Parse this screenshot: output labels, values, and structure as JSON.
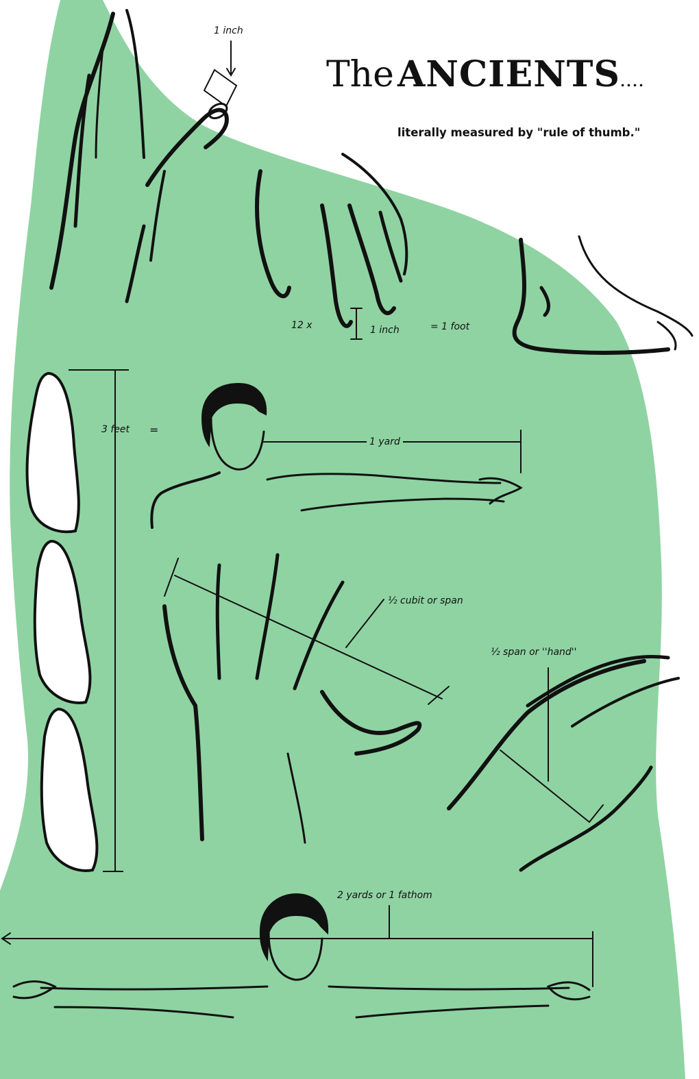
{
  "header": {
    "title_the": "The",
    "title_main": "ANCIENTS",
    "title_dots": "....",
    "subtitle": "literally measured by \"rule of thumb.\""
  },
  "labels": {
    "thumb_inch": "1 inch",
    "twelve_x": "12 x",
    "finger_inch": "1 inch",
    "equals_foot": "= 1 foot",
    "three_feet": "3 feet",
    "equals": "=",
    "yard": "1 yard",
    "cubit": "½ cubit or span",
    "hand": "½ span or ''hand''",
    "fathom": "2 yards or 1 fathom"
  },
  "colors": {
    "green": "#8fd3a2",
    "ink": "#111111",
    "paper": "#ffffff"
  }
}
